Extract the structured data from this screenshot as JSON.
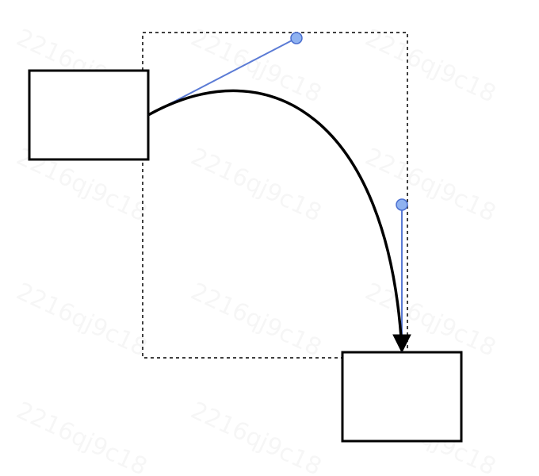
{
  "watermark": {
    "text": "2216qj9c18"
  },
  "diagram": {
    "nodes": [
      {
        "id": "source-node",
        "label": ""
      },
      {
        "id": "target-node",
        "label": ""
      }
    ],
    "edge": {
      "from": "source-node",
      "to": "target-node",
      "style": "curved",
      "arrowhead": "filled-triangle",
      "selected": true
    }
  },
  "colors": {
    "node_stroke": "#000000",
    "edge_stroke": "#000000",
    "handle_line": "#5b7bd5",
    "handle_fill": "#8fb2f0",
    "handle_stroke": "#4b6fd0",
    "selection_box": "#000000",
    "background": "#ffffff"
  }
}
